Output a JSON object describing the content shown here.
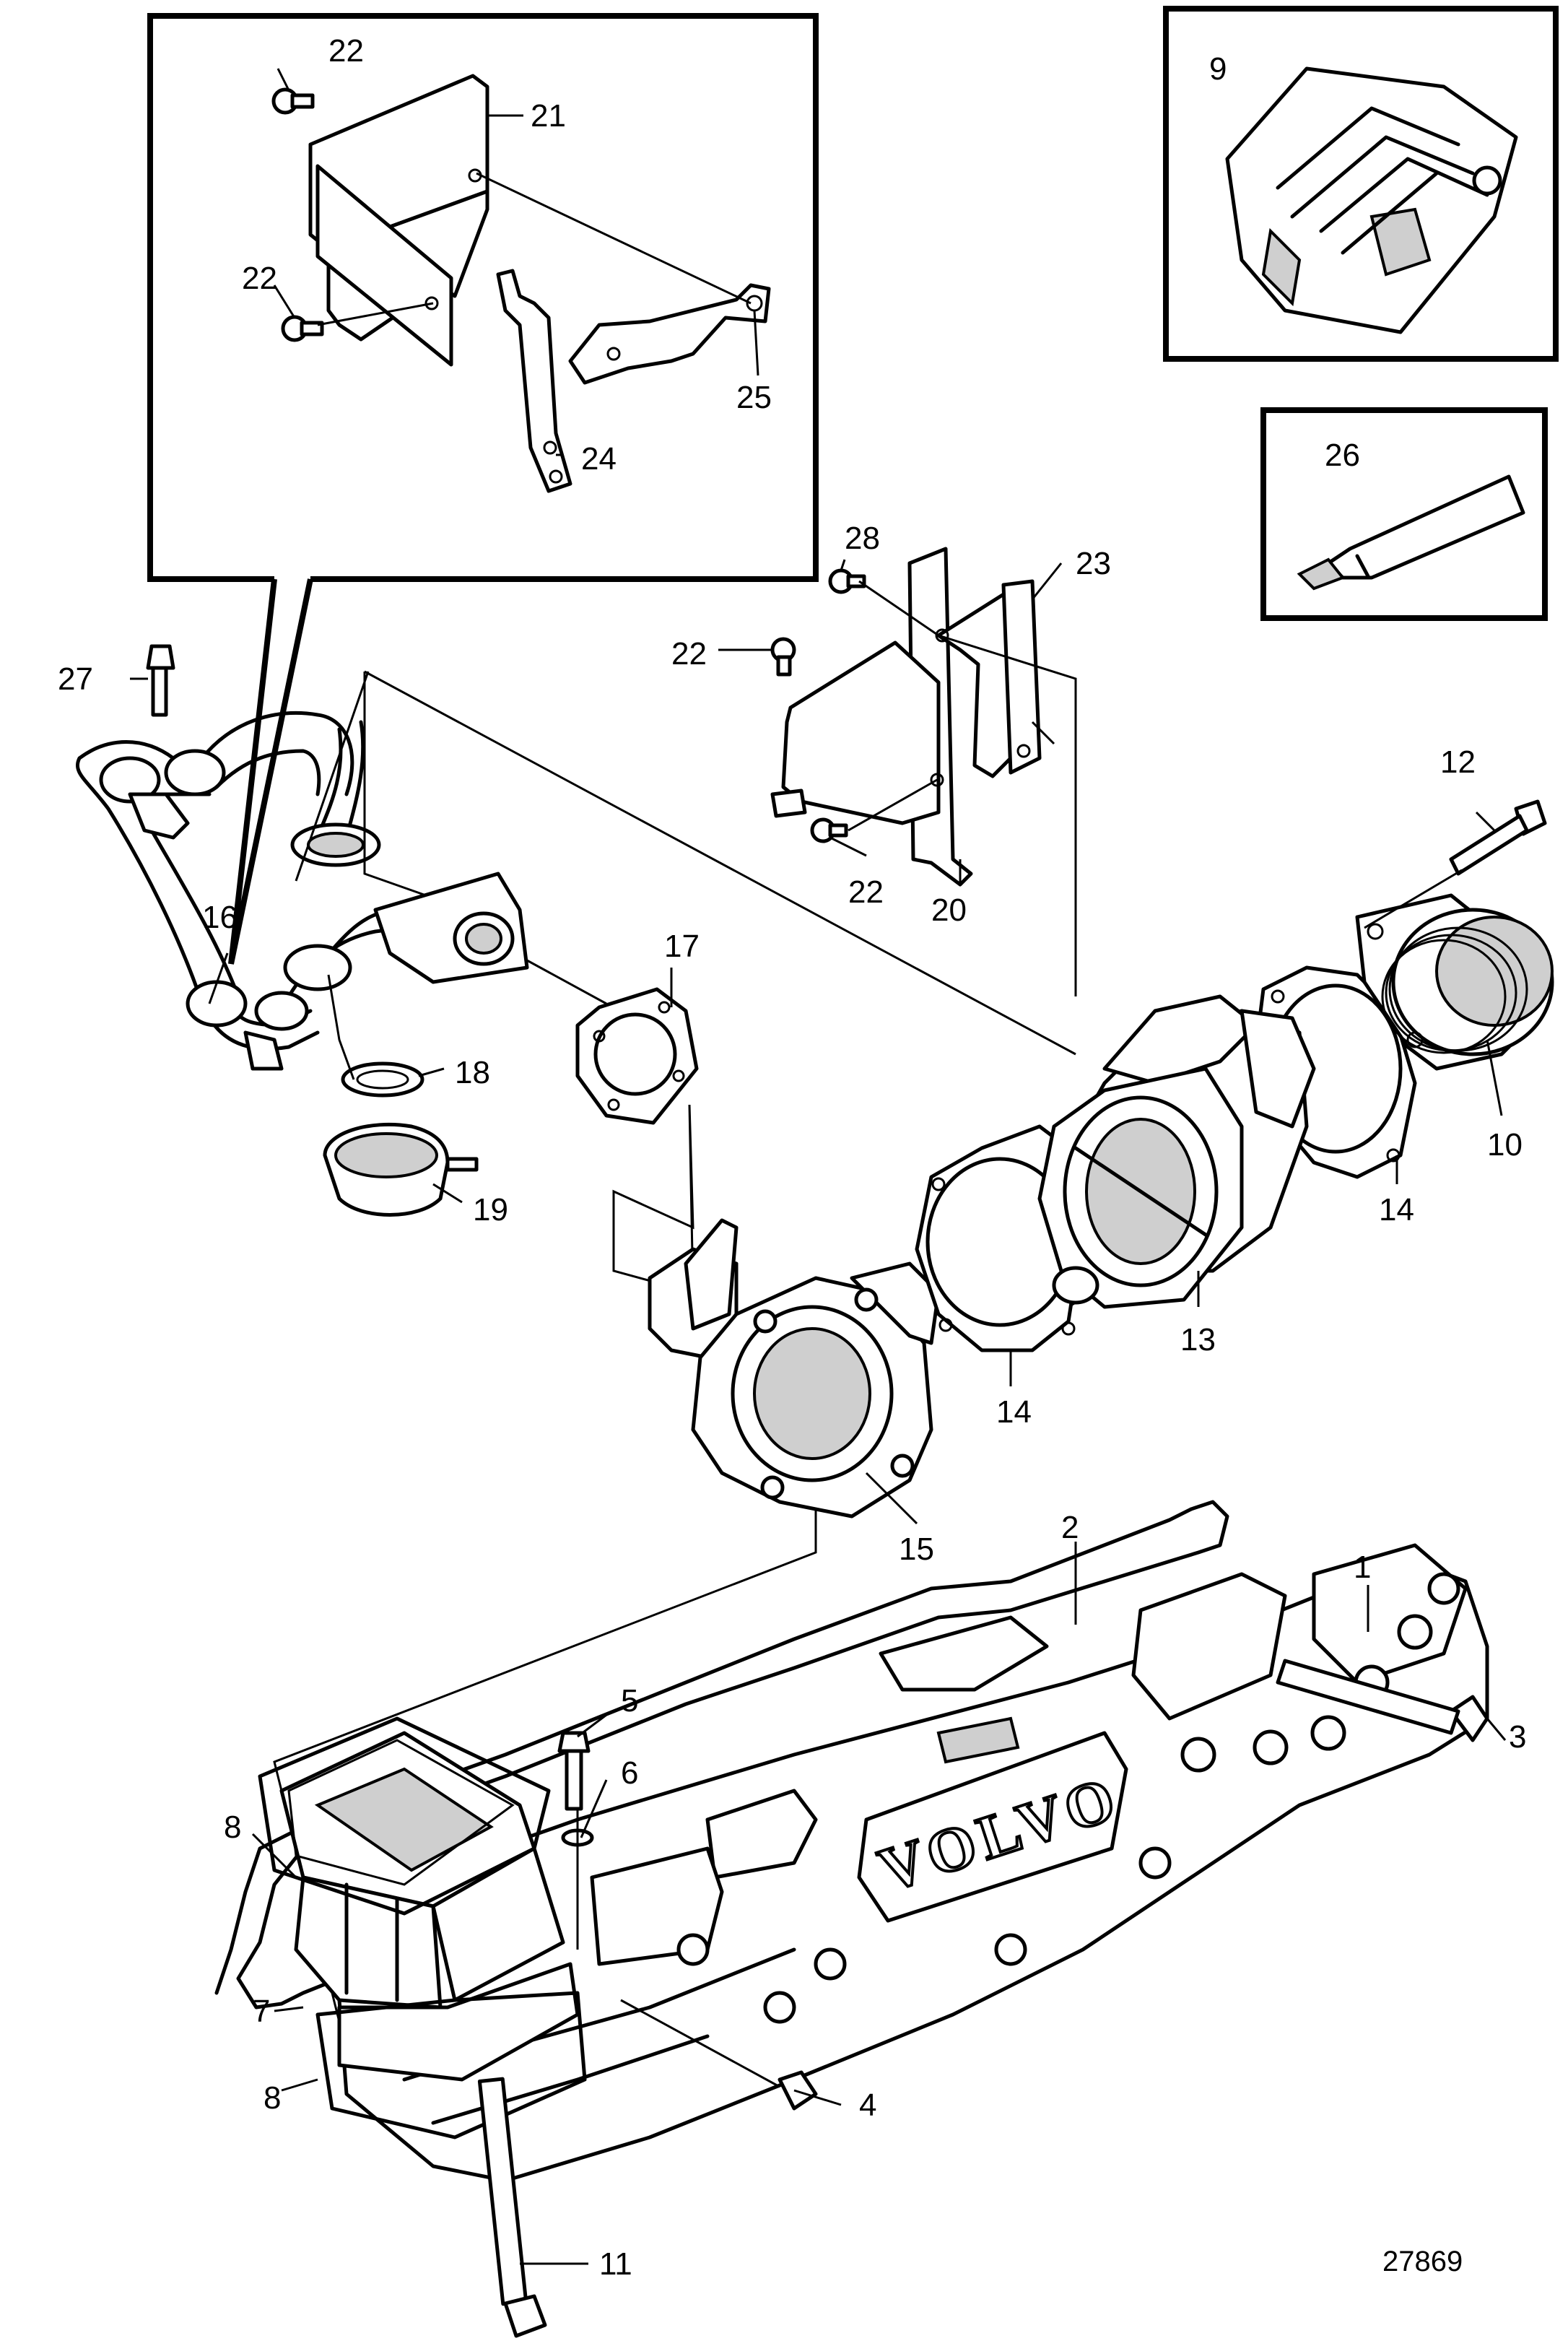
{
  "diagram_ref": "27869",
  "brand_label": "VOLVO",
  "callouts": {
    "c1": "1",
    "c2": "2",
    "c3": "3",
    "c4": "4",
    "c5": "5",
    "c6": "6",
    "c7": "7",
    "c8a": "8",
    "c8b": "8",
    "c9": "9",
    "c10": "10",
    "c11": "11",
    "c12": "12",
    "c13": "13",
    "c14a": "14",
    "c14b": "14",
    "c15": "15",
    "c16": "16",
    "c17": "17",
    "c18": "18",
    "c19": "19",
    "c20": "20",
    "c21": "21",
    "c22a": "22",
    "c22b": "22",
    "c22c": "22",
    "c22d": "22",
    "c23": "23",
    "c24": "24",
    "c25": "25",
    "c26": "26",
    "c27": "27",
    "c28": "28"
  }
}
